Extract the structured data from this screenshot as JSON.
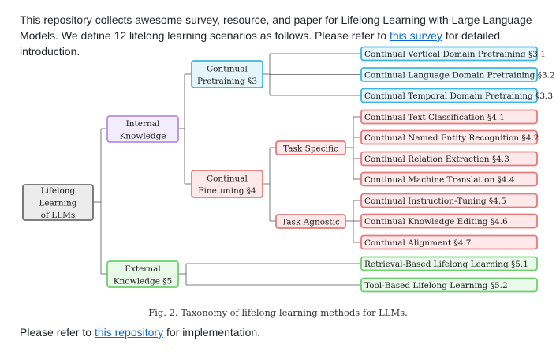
{
  "intro": {
    "text_before": "This repository collects awesome survey, resource, and paper for Lifelong Learning with Large Language Models. We define 12 lifelong learning scenarios as follows. Please refer to ",
    "link": "this survey",
    "text_after": " for detailed introduction."
  },
  "figure": {
    "root": [
      "Lifelong",
      "Learning",
      "of LLMs"
    ],
    "internal": [
      "Internal",
      "Knowledge"
    ],
    "external": [
      "External",
      "Knowledge §5"
    ],
    "cont_pretraining": [
      "Continual",
      "Pretraining §3"
    ],
    "cont_finetuning": [
      "Continual",
      "Finetuning §4"
    ],
    "task_specific": "Task Specific",
    "task_agnostic": "Task Agnostic",
    "leaves_pretraining": [
      "Continual Vertical Domain Pretraining §3.1",
      "Continual Language Domain Pretraining §3.2",
      "Continual Temporal Domain Pretraining §3.3"
    ],
    "leaves_specific": [
      "Continual Text Classification §4.1",
      "Continual Named Entity Recognition §4.2",
      "Continual Relation Extraction §4.3",
      "Continual Machine Translation §4.4"
    ],
    "leaves_agnostic": [
      "Continual Instruction-Tuning §4.5",
      "Continual Knowledge Editing §4.6",
      "Continual Alignment §4.7"
    ],
    "leaves_external": [
      "Retrieval-Based Lifelong Learning §5.1",
      "Tool-Based Lifelong Learning §5.2"
    ],
    "caption": "Fig. 2.  Taxonomy of lifelong learning methods for LLMs."
  },
  "colors": {
    "root_border": "#6e6e6e",
    "root_fill": "#ececec",
    "internal_border": "#b48ee0",
    "internal_fill": "#f3ecfb",
    "external_border": "#6fcf6f",
    "external_fill": "#eafaea",
    "pretrain_border": "#3fb6de",
    "pretrain_fill": "#e5f5fc",
    "finetune_border": "#e87a7a",
    "finetune_fill": "#fde9e9",
    "edge": "#555555",
    "link": "#0969da"
  },
  "outro": {
    "text_before": "Please refer to ",
    "link": "this repository",
    "text_after": " for implementation."
  }
}
